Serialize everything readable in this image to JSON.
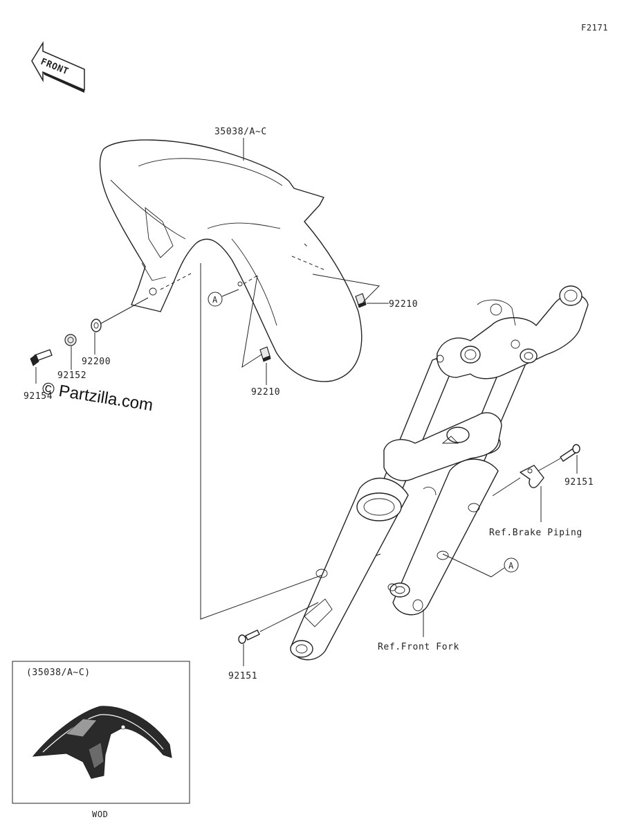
{
  "figure_code": "F2171",
  "front_arrow_label": "FRONT",
  "watermark": "© Partzilla.com",
  "callouts": {
    "fender": "35038/A~C",
    "nut_right": "92210",
    "nut_lower": "92210",
    "washer": "92200",
    "collar": "92152",
    "bolt_left": "92154",
    "bolt_right": "92151",
    "bolt_lower": "92151",
    "ref_brake": "Ref.Brake Piping",
    "ref_fork": "Ref.Front Fork",
    "marker_a": "A"
  },
  "inset": {
    "title": "(35038/A~C)",
    "caption": "WOD"
  }
}
